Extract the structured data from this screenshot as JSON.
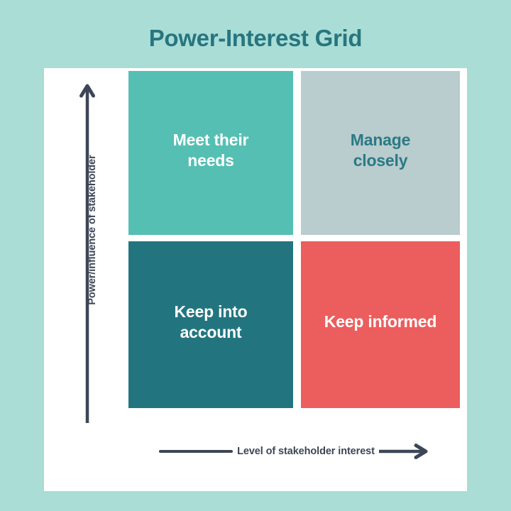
{
  "page": {
    "background_color": "#a9ddd6",
    "card_color": "#ffffff"
  },
  "title": "Power-Interest Grid",
  "title_color": "#27757f",
  "axes": {
    "y": {
      "label": "Power/influence of stakeholder",
      "color": "#3d4656",
      "arrow_direction": "up",
      "arrow_icon": "arrow-up-icon"
    },
    "x": {
      "label": "Level of stakeholder interest",
      "color": "#3d4656",
      "arrow_direction": "right",
      "arrow_icon": "arrow-right-icon"
    }
  },
  "quadrants": [
    {
      "id": "meet-their-needs",
      "label": "Meet their\nneeds",
      "position": "top-left",
      "power": "high",
      "interest": "low",
      "fill": "#55bfb3",
      "text_color": "#ffffff"
    },
    {
      "id": "manage-closely",
      "label": "Manage\nclosely",
      "position": "top-right",
      "power": "high",
      "interest": "high",
      "fill": "#b9ccce",
      "text_color": "#2a7a85"
    },
    {
      "id": "keep-into-account",
      "label": "Keep into\naccount",
      "position": "bottom-left",
      "power": "low",
      "interest": "low",
      "fill": "#22757f",
      "text_color": "#ffffff"
    },
    {
      "id": "keep-informed",
      "label": "Keep informed",
      "position": "bottom-right",
      "power": "low",
      "interest": "high",
      "fill": "#ec5d5d",
      "text_color": "#ffffff"
    }
  ]
}
